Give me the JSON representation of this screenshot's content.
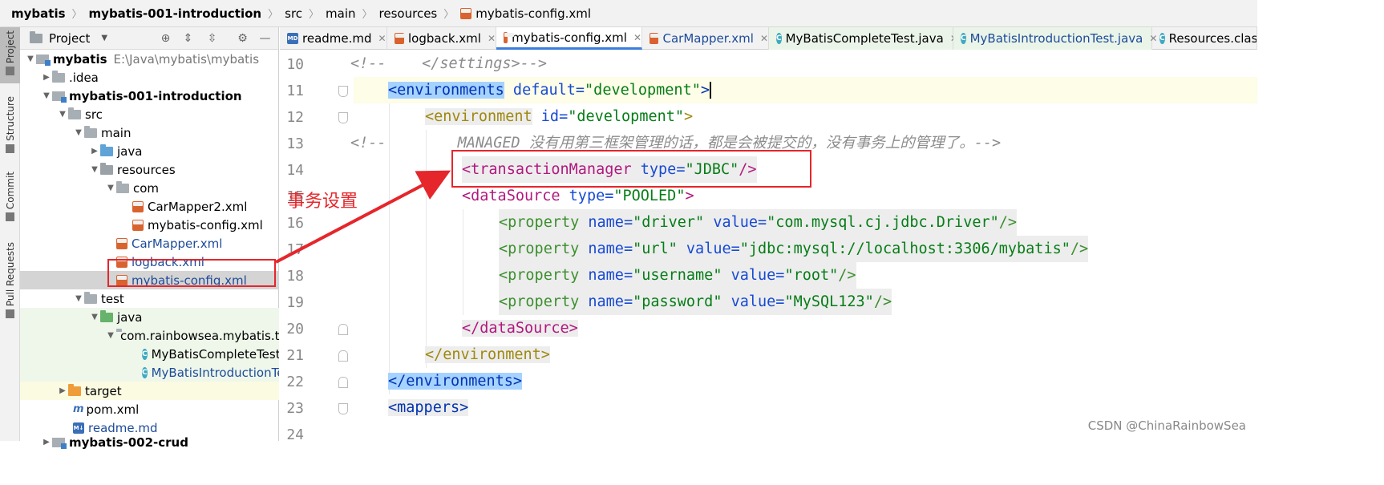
{
  "breadcrumb": [
    "mybatis",
    "mybatis-001-introduction",
    "src",
    "main",
    "resources",
    "mybatis-config.xml"
  ],
  "toolstrip": [
    "Project",
    "Structure",
    "Commit",
    "Pull Requests"
  ],
  "project": {
    "title": "Project",
    "tree": [
      {
        "label": "mybatis",
        "path": "E:\\Java\\mybatis\\mybatis"
      },
      {
        "label": ".idea"
      },
      {
        "label": "mybatis-001-introduction"
      },
      {
        "label": "src"
      },
      {
        "label": "main"
      },
      {
        "label": "java"
      },
      {
        "label": "resources"
      },
      {
        "label": "com"
      },
      {
        "label": "CarMapper2.xml"
      },
      {
        "label": "mybatis-config.xml"
      },
      {
        "label": "CarMapper.xml"
      },
      {
        "label": "logback.xml"
      },
      {
        "label": "mybatis-config.xml"
      },
      {
        "label": "test"
      },
      {
        "label": "java"
      },
      {
        "label": "com.rainbowsea.mybatis.t"
      },
      {
        "label": "MyBatisCompleteTest"
      },
      {
        "label": "MyBatisIntroductionTe"
      },
      {
        "label": "target"
      },
      {
        "label": "pom.xml"
      },
      {
        "label": "readme.md"
      },
      {
        "label": "mybatis-002-crud"
      }
    ]
  },
  "tabs": [
    "readme.md",
    "logback.xml",
    "mybatis-config.xml",
    "CarMapper.xml",
    "MyBatisCompleteTest.java",
    "MyBatisIntroductionTest.java",
    "Resources.class"
  ],
  "lines": [
    "10",
    "11",
    "12",
    "13",
    "14",
    "15",
    "16",
    "17",
    "18",
    "19",
    "20",
    "21",
    "22",
    "23",
    "24"
  ],
  "code": {
    "l10": "<!--    </settings>-->",
    "l11a": "<environments",
    "l11b": " default=",
    "l11c": "\"development\"",
    "l11d": ">",
    "l12a": "<environment",
    "l12b": " id=",
    "l12c": "\"development\"",
    "l12d": ">",
    "l13a": "<!--",
    "l13b": "        MANAGED 没有用第三框架管理的话，都是会被提交的，没有事务上的管理了。-->",
    "l14a": "<transactionManager",
    "l14b": " type=",
    "l14c": "\"JDBC\"",
    "l14d": "/>",
    "l15a": "<dataSource",
    "l15b": " type=",
    "l15c": "\"POOLED\"",
    "l15d": ">",
    "prop": "<property",
    "name_attr": " name=",
    "value_attr": " value=",
    "close": "/>",
    "l16n": "\"driver\"",
    "l16v": "\"com.mysql.cj.jdbc.Driver\"",
    "l17n": "\"url\"",
    "l17v": "\"jdbc:mysql://localhost:3306/mybatis\"",
    "l18n": "\"username\"",
    "l18v": "\"root\"",
    "l19n": "\"password\"",
    "l19v": "\"MySQL123\"",
    "l20": "</dataSource>",
    "l21": "</environment>",
    "l22": "</environments>",
    "l23": "<mappers>"
  },
  "annotation": "事务设置",
  "watermark": "CSDN @ChinaRainbowSea"
}
